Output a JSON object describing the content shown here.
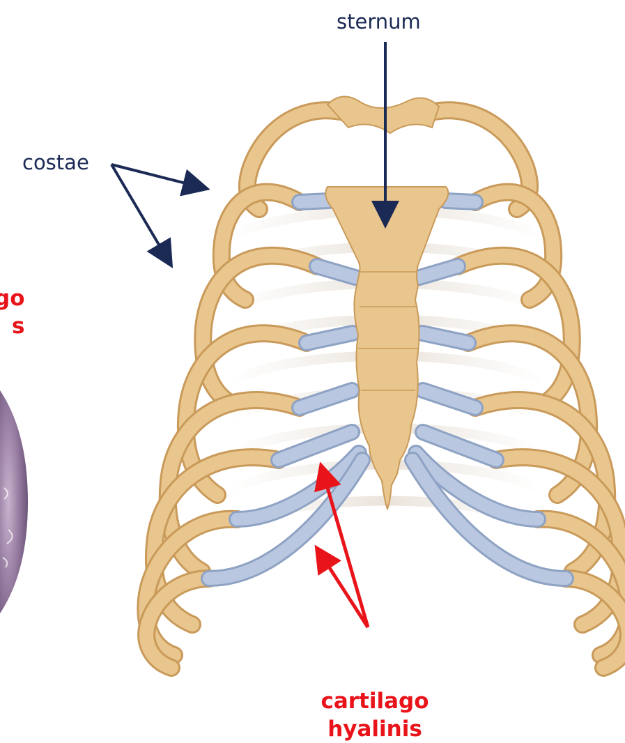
{
  "labels": {
    "sternum": "sternum",
    "costae": "costae",
    "partial_line1": "go",
    "partial_line2": "s",
    "cartilage_line1": "cartilago",
    "cartilage_line2": "hyalinis"
  },
  "colors": {
    "bone": "#e9c68d",
    "bone_dark": "#c99a5a",
    "cartilage": "#b9c8e0",
    "cartilage_dark": "#8ea2c4",
    "label_navy": "#1b2a55",
    "label_red": "#e8141a",
    "side_panel": "#8a6f95"
  }
}
